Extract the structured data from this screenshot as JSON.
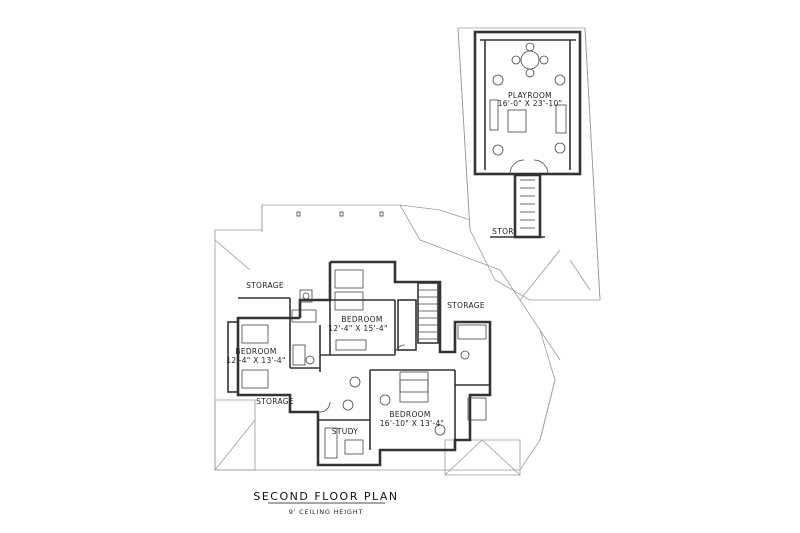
{
  "rooms": {
    "playroom": {
      "name": "PLAYROOM",
      "size": "16'-0\" X 23'-10\""
    },
    "stor": {
      "name": "STOR"
    },
    "storage_top": {
      "name": "STORAGE"
    },
    "storage_mid": {
      "name": "STORAGE"
    },
    "storage_left": {
      "name": "STORAGE"
    },
    "bedroom_center": {
      "name": "BEDROOM",
      "size": "12'-4\" X 15'-4\""
    },
    "bedroom_left": {
      "name": "BEDROOM",
      "size": "12'-4\" X 13'-4\""
    },
    "bedroom_master": {
      "name": "BEDROOM",
      "size": "16'-10\" X 13'-4\""
    },
    "study": {
      "name": "STUDY"
    }
  },
  "caption": {
    "title": "SECOND FLOOR PLAN",
    "subtitle": "9' CEILING HEIGHT"
  }
}
